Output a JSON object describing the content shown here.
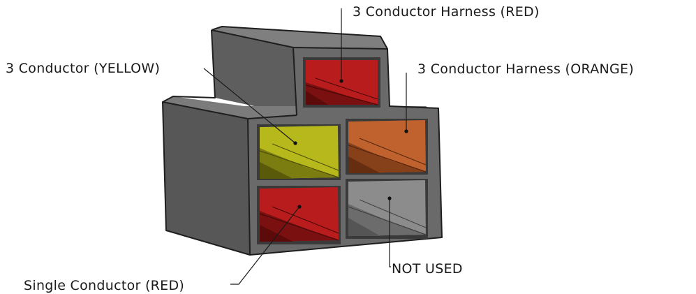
{
  "labels": {
    "harness_red": "3 Conductor Harness (RED)",
    "harness_orange": "3 Conductor Harness (ORANGE)",
    "conductor_yellow": "3 Conductor (YELLOW)",
    "single_red": "Single Conductor (RED)",
    "not_used": "NOT USED"
  },
  "colors": {
    "housing_front": "#6b6b6b",
    "housing_top": "#7d7d7d",
    "housing_side": "#545454",
    "red": "#b81c1c",
    "orange": "#c0622e",
    "yellow": "#b6b81c",
    "unused": "#8c8c8c"
  }
}
